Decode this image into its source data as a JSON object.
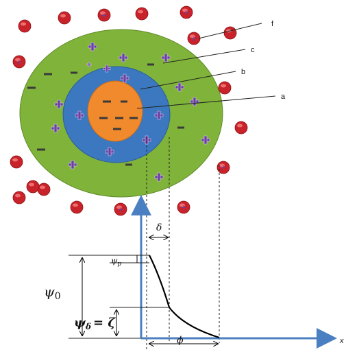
{
  "labels": {
    "a": "a",
    "b": "b",
    "c": "c",
    "f": "f"
  },
  "symbols": {
    "delta": "δ",
    "phi": "ϕ",
    "psi_p": "ψ",
    "psi_p_sub": "p",
    "psi_0": "ψ",
    "psi_0_sub": "0",
    "psi_delta": "ψ",
    "psi_delta_sub": "δ",
    "equals_zeta": "= ζ",
    "x_axis": "x"
  },
  "colors": {
    "outer_layer": "#7fb33a",
    "stern_layer": "#3b78bf",
    "core": "#f08a2c",
    "ion": "#c8232a",
    "plus_sign": "#6a3fa0",
    "axis": "#4a80c2",
    "curve": "#000000"
  }
}
